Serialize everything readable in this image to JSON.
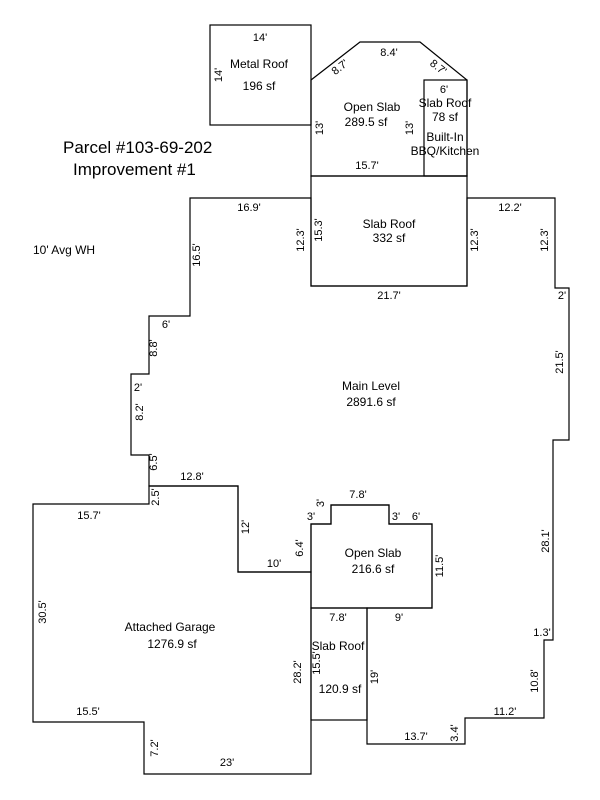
{
  "header": {
    "parcel": "Parcel #103-69-202",
    "improvement": "Improvement #1"
  },
  "note": "10' Avg WH",
  "areas": {
    "metal_roof": {
      "name": "Metal Roof",
      "size": "196 sf"
    },
    "open_slab_top": {
      "name": "Open Slab",
      "size": "289.5 sf"
    },
    "slab_roof_top": {
      "name": "Slab Roof",
      "size": "78 sf"
    },
    "bbq": {
      "line1": "Built-In",
      "line2": "BBQ/Kitchen"
    },
    "slab_roof_mid": {
      "name": "Slab Roof",
      "size": "332 sf"
    },
    "main_level": {
      "name": "Main Level",
      "size": "2891.6 sf"
    },
    "open_slab_bottom": {
      "name": "Open Slab",
      "size": "216.6 sf"
    },
    "garage": {
      "name": "Attached Garage",
      "size": "1276.9 sf"
    },
    "slab_roof_bottom": {
      "name": "Slab Roof",
      "size": "120.9 sf"
    }
  },
  "dims": {
    "metal_top": "14'",
    "metal_left": "14'",
    "slab_top": "8.4'",
    "slab_diag_l": "8.7'",
    "slab_diag_r": "8.7'",
    "slab_left": "13'",
    "slab_inner": "13'",
    "slab_bottom": "15.7'",
    "slabroof_top": "6'",
    "mid_left_out": "12.3'",
    "mid_left_in": "15.3'",
    "mid_right": "12.3'",
    "mid_bottom": "21.7'",
    "main_top_left": "16.9'",
    "main_16_5": "16.5'",
    "main_6": "6'",
    "main_8_8": "8.8'",
    "main_2_l": "2'",
    "main_8_2": "8.2'",
    "main_6_5": "6.5'",
    "main_2_5": "2.5'",
    "main_12_8": "12.8'",
    "main_12": "12'",
    "main_10": "10'",
    "main_top_right": "12.2'",
    "main_right_12_3": "12.3'",
    "main_2_r": "2'",
    "main_21_5": "21.5'",
    "main_28_1": "28.1'",
    "main_1_3": "1.3'",
    "main_10_8": "10.8'",
    "main_11_2": "11.2'",
    "main_3_4": "3.4'",
    "main_13_7": "13.7'",
    "main_19": "19'",
    "os_3_l": "3'",
    "os_3_l2": "3'",
    "os_7_8": "7.8'",
    "os_3_r": "3'",
    "os_6": "6'",
    "os_11_5": "11.5'",
    "os_9": "9'",
    "os_7_8b": "7.8'",
    "os_6_4": "6.4'",
    "gar_15_7": "15.7'",
    "gar_30_5": "30.5'",
    "gar_15_5": "15.5'",
    "gar_7_2": "7.2'",
    "gar_23": "23'",
    "gar_28_2": "28.2'",
    "sr_15_5": "15.5'"
  }
}
